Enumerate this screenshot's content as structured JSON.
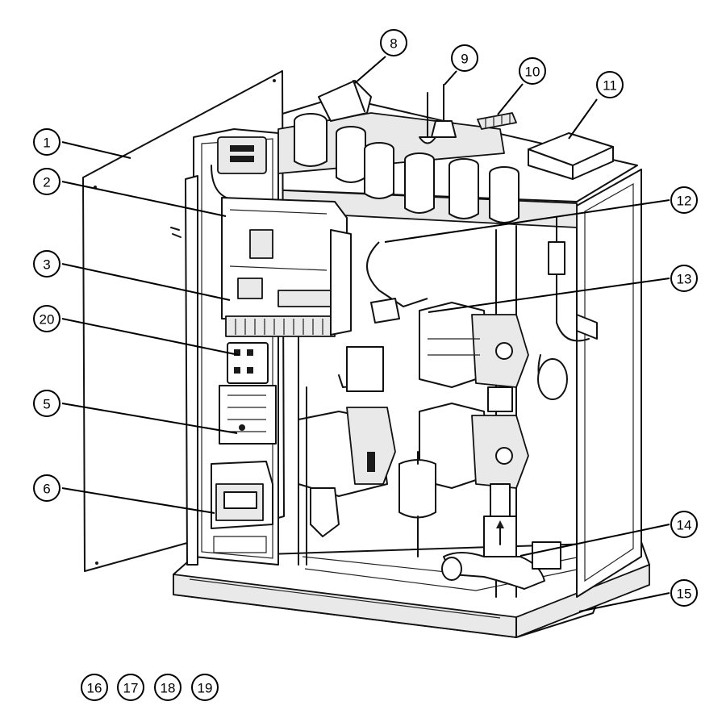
{
  "callouts": [
    {
      "id": "c1",
      "label": "1"
    },
    {
      "id": "c2",
      "label": "2"
    },
    {
      "id": "c3",
      "label": "3"
    },
    {
      "id": "c20",
      "label": "20"
    },
    {
      "id": "c5",
      "label": "5"
    },
    {
      "id": "c6",
      "label": "6"
    },
    {
      "id": "c8",
      "label": "8"
    },
    {
      "id": "c9",
      "label": "9"
    },
    {
      "id": "c10",
      "label": "10"
    },
    {
      "id": "c11",
      "label": "11"
    },
    {
      "id": "c12",
      "label": "12"
    },
    {
      "id": "c13",
      "label": "13"
    },
    {
      "id": "c14",
      "label": "14"
    },
    {
      "id": "c15",
      "label": "15"
    },
    {
      "id": "c16",
      "label": "16"
    },
    {
      "id": "c17",
      "label": "17"
    },
    {
      "id": "c18",
      "label": "18"
    },
    {
      "id": "c19",
      "label": "19"
    }
  ],
  "colors": {
    "line": "#000000",
    "fill": "#ffffff",
    "shade": "#e9e9e9"
  }
}
